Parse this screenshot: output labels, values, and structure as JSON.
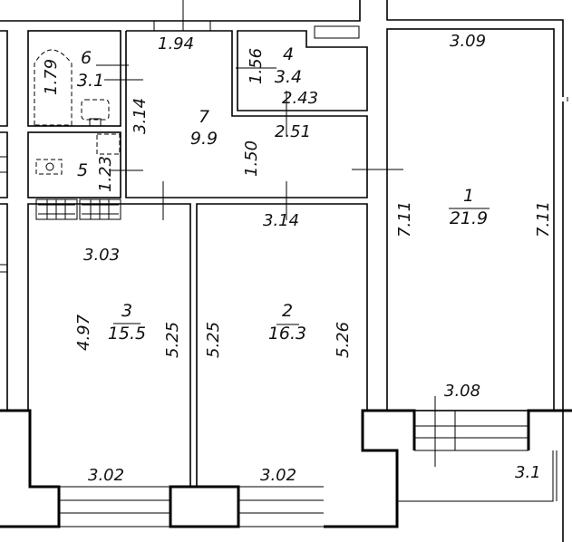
{
  "plan": {
    "rooms": [
      {
        "number": "1",
        "area": "21.9"
      },
      {
        "number": "2",
        "area": "16.3"
      },
      {
        "number": "3",
        "area": "15.5"
      },
      {
        "number": "4",
        "area": "3.4"
      },
      {
        "number": "5"
      },
      {
        "number": "6",
        "area": "3.1"
      },
      {
        "number": "7",
        "area": "9.9"
      }
    ],
    "dimensions": {
      "room7_top": "1.94",
      "room7_left": "3.14",
      "room7_inner": "1.50",
      "room7_bottom": "3.14",
      "room6_bath": "1.79",
      "room5_height": "1.23",
      "room4_height": "1.56",
      "room4_width": "2.43",
      "corridor_width": "2.51",
      "room1_top": "3.09",
      "room1_left": "7.11",
      "room1_right": "7.11",
      "room1_bottom": "3.08",
      "room3_top": "3.03",
      "room3_left": "4.97",
      "room3_right": "5.25",
      "room3_bottom": "3.02",
      "room2_left": "5.25",
      "room2_right": "5.26",
      "room2_bottom": "3.02",
      "balcony": "3.1"
    }
  }
}
